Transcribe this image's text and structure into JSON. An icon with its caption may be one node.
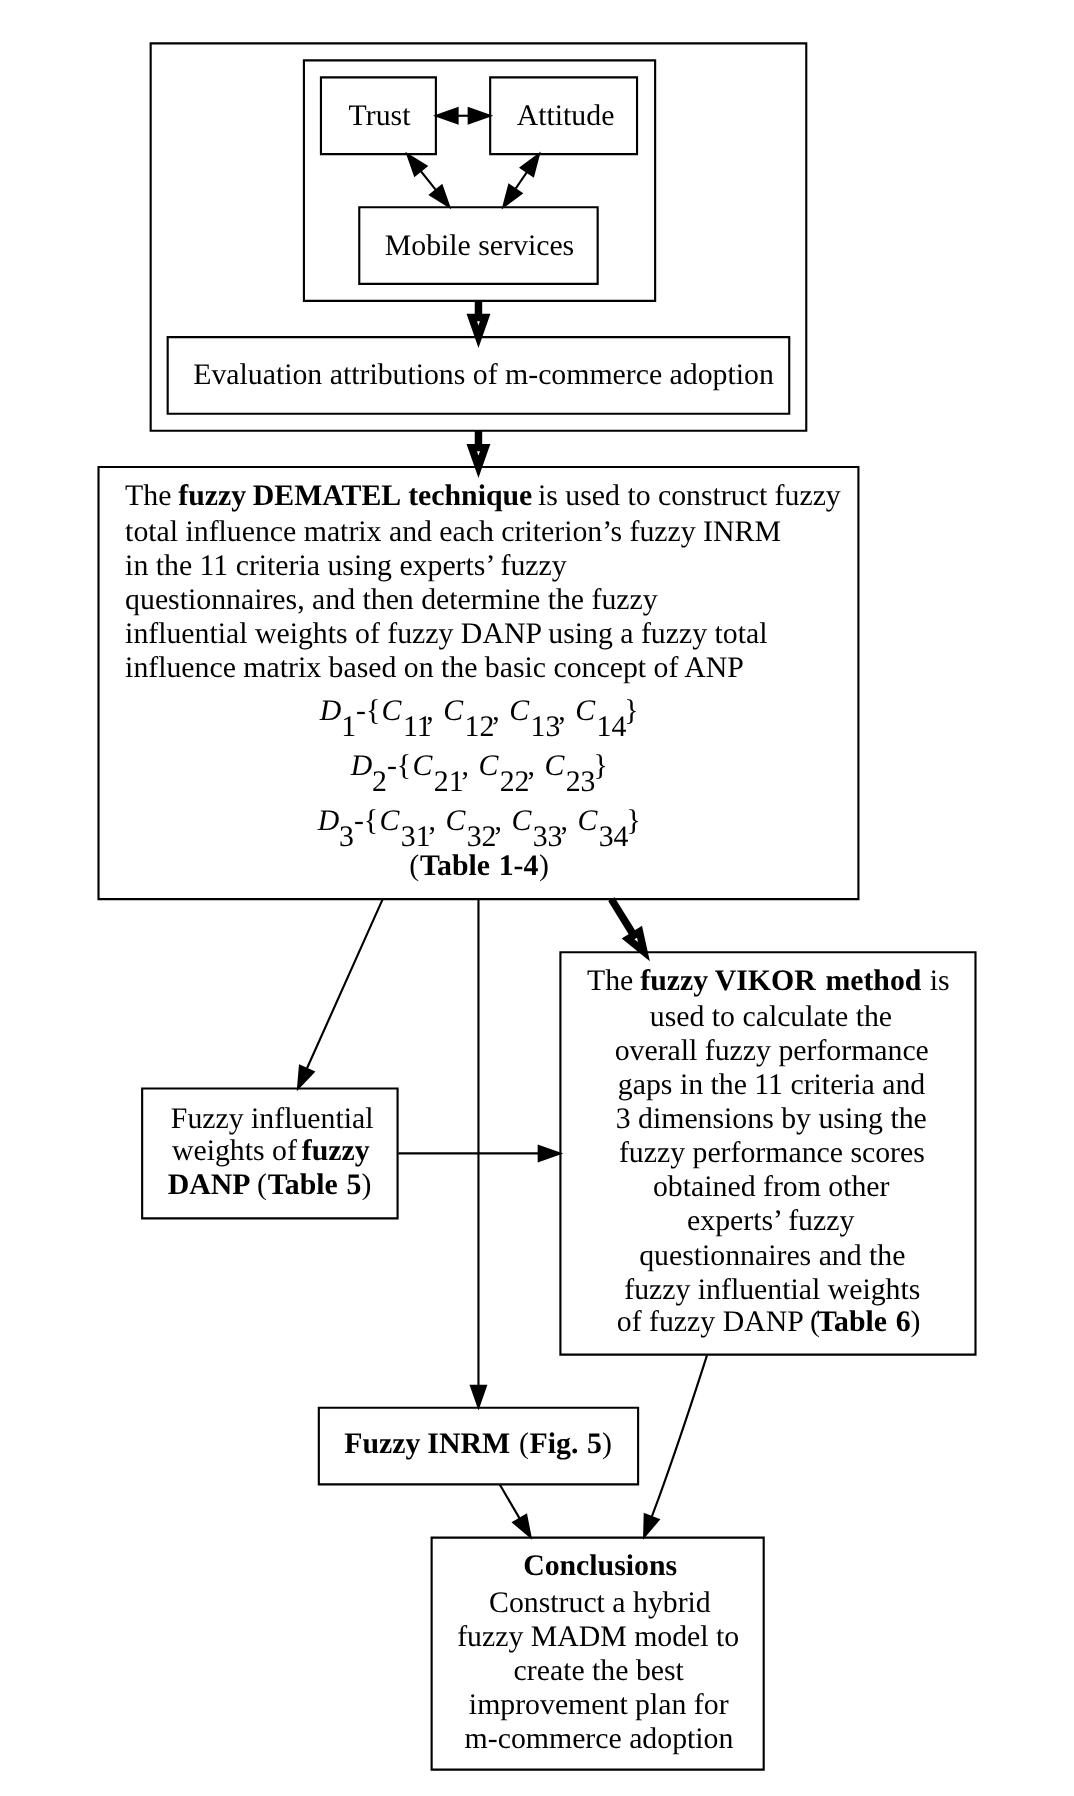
{
  "diagram": {
    "nodes": [
      {
        "text": [],
        "shape": "box"
      },
      {
        "text": [],
        "shape": "box",
        "in": 0
      },
      {
        "text": [
          "Trust"
        ],
        "in": 1
      },
      {
        "text": [
          "Attitude"
        ],
        "in": 1
      },
      {
        "text": [
          "Mobile services"
        ],
        "in": 1
      },
      {
        "text": [
          "Evaluation attributions of m-commerce adoption"
        ],
        "in": 0
      },
      {
        "text": [
          "The **fuzzy DEMATEL technique** is used to construct fuzzy total influence matrix and each criterion’s fuzzy INRM in the 11 criteria using experts’ fuzzy questionnaires, and then determine the fuzzy influential weights of fuzzy DANP using a fuzzy total influence matrix based on the basic concept of ANP",
          "*D*$_{1}$-{*C*$_{11}$, *C*$_{12}$, *C*$_{13}$, *C*$_{14}$}",
          "*D*$_{2}$-{*C*$_{21}$, *C*$_{22}$, *C*$_{23}$}",
          "*D*$_{3}$-{*C*$_{31}$, *C*$_{32}$, *C*$_{33}$, *C*$_{34}$}",
          "(**Table 1-4**)"
        ]
      },
      {
        "text": [
          "Fuzzy influential weights of **fuzzy DANP** (**Table 5**)"
        ]
      },
      {
        "text": [
          "The **fuzzy VIKOR method** is used to calculate the overall fuzzy performance gaps in the 11 criteria and 3 dimensions by using the fuzzy performance scores obtained from other experts’ fuzzy questionnaires and the fuzzy influential weights of fuzzy DANP (**Table 6**)"
        ]
      },
      {
        "text": [
          "**Fuzzy INRM** (**Fig. 5**)"
        ]
      },
      {
        "text": [
          "Conclusions",
          "Construct a hybrid fuzzy MADM model to create the best improvement plan for m-commerce adoption"
        ]
      }
    ],
    "edges": [
      {
        "from": 2,
        "to": 3,
        "arrow": "both"
      },
      {
        "from": 2,
        "to": 4,
        "arrow": "both"
      },
      {
        "from": 3,
        "to": 4,
        "arrow": "both"
      },
      {
        "from": 1,
        "to": 5,
        "arrow": "to",
        "style": "thick"
      },
      {
        "from": 0,
        "to": 6,
        "arrow": "to",
        "style": "thick"
      },
      {
        "from": 6,
        "to": 7,
        "arrow": "to"
      },
      {
        "from": 6,
        "to": 9,
        "arrow": "to"
      },
      {
        "from": 6,
        "to": 8,
        "arrow": "to",
        "style": "thick"
      },
      {
        "from": 7,
        "to": 8,
        "arrow": "to"
      },
      {
        "from": 8,
        "to": 10,
        "arrow": "to"
      },
      {
        "from": 9,
        "to": 10,
        "arrow": "to"
      }
    ]
  }
}
